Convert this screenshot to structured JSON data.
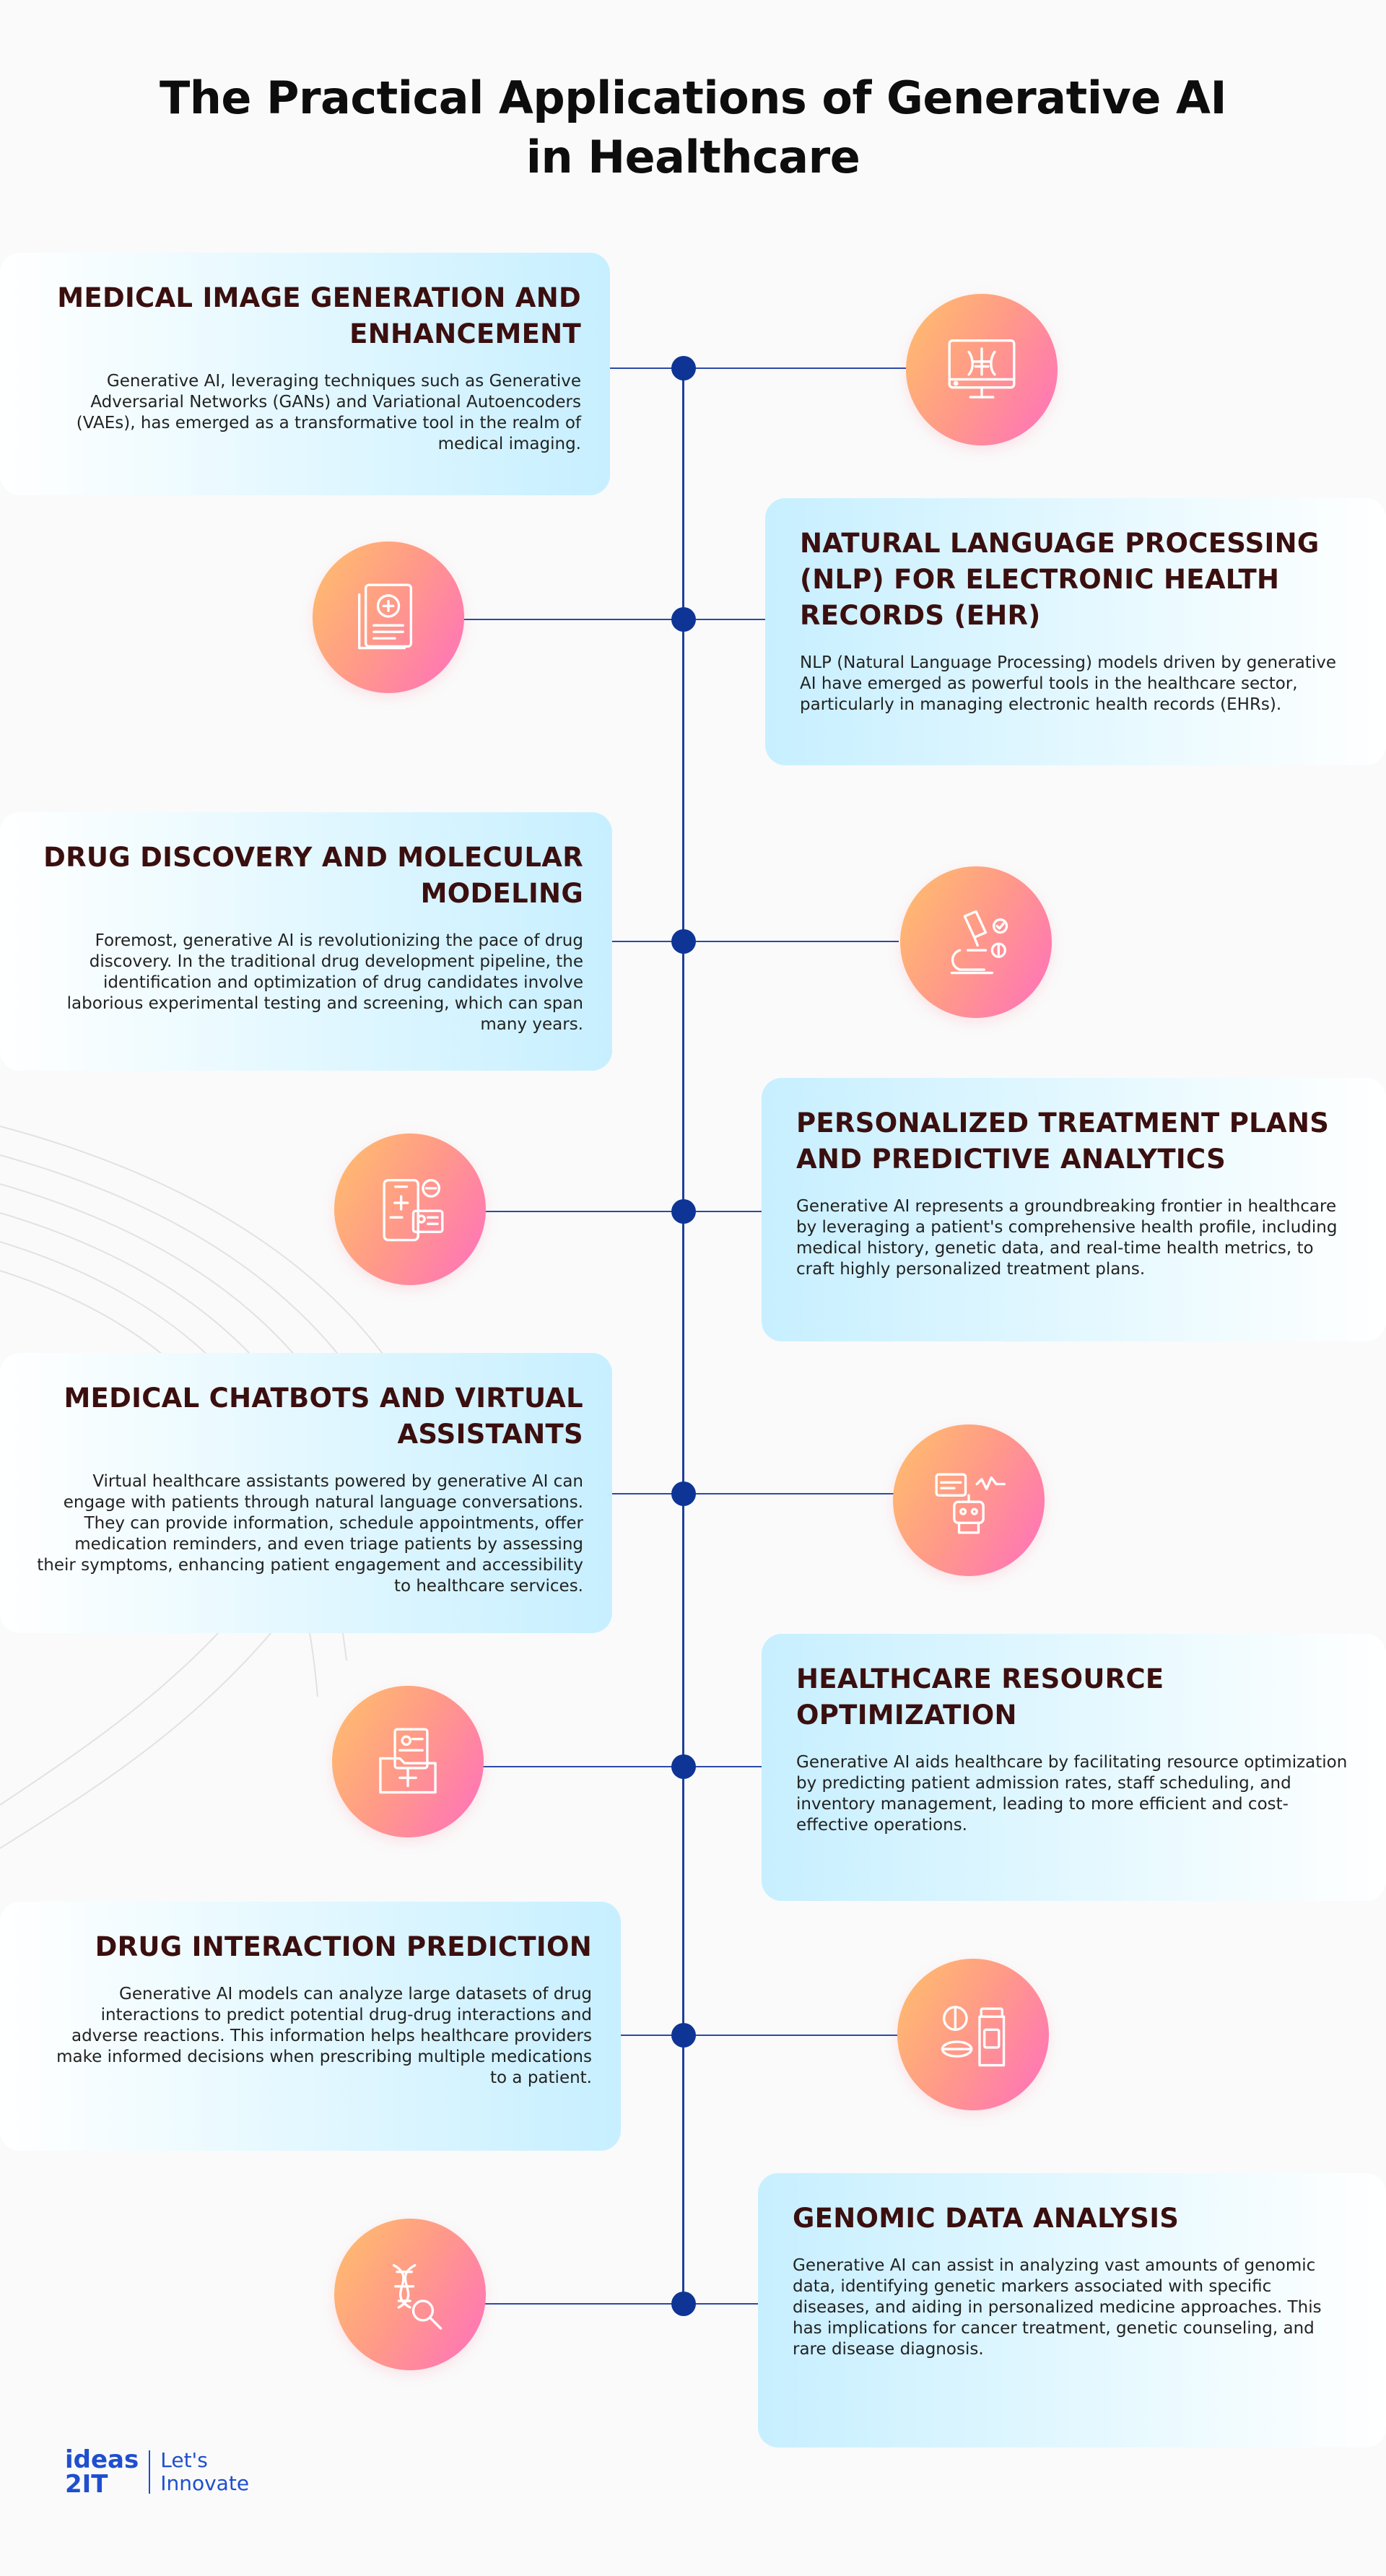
{
  "title": {
    "line1": "The Practical Applications of Generative AI",
    "line2": "in Healthcare"
  },
  "colors": {
    "spine": "#1f3f99",
    "dot": "#0e3595",
    "heading": "#3b0f0f",
    "card_tint": "#c7efff",
    "icon_gradient": [
      "#ffc06a",
      "#ff9a88",
      "#ff6fbf"
    ],
    "logo": "#1f4fcf"
  },
  "items": [
    {
      "title": "MEDICAL IMAGE GENERATION AND ENHANCEMENT",
      "text": "Generative AI, leveraging techniques such as Generative Adversarial Networks (GANs) and Variational Autoencoders (VAEs), has emerged as a transformative tool in the realm of medical imaging.",
      "icon": "xray-monitor-icon"
    },
    {
      "title": "NATURAL LANGUAGE PROCESSING (NLP) FOR ELECTRONIC HEALTH RECORDS (EHR)",
      "text": "NLP (Natural Language Processing) models driven by generative AI have emerged as powerful tools in the healthcare sector, particularly in managing electronic health records (EHRs).",
      "icon": "health-record-icon"
    },
    {
      "title": "DRUG DISCOVERY AND MOLECULAR MODELING",
      "text": "Foremost, generative AI is revolutionizing the pace of drug discovery. In the traditional drug development pipeline, the identification and optimization of drug candidates involve laborious experimental testing and screening, which can span many years.",
      "icon": "microscope-icon"
    },
    {
      "title": "PERSONALIZED TREATMENT PLANS AND PREDICTIVE ANALYTICS",
      "text": "Generative AI represents a groundbreaking frontier in healthcare by leveraging a patient's comprehensive health profile, including medical history, genetic data, and real-time health metrics, to craft highly personalized treatment plans.",
      "icon": "mobile-health-icon"
    },
    {
      "title": "MEDICAL CHATBOTS AND VIRTUAL ASSISTANTS",
      "text": "Virtual healthcare assistants powered by generative AI can engage with patients through natural language conversations. They can provide information, schedule appointments, offer medication reminders, and even triage patients by assessing their symptoms, enhancing patient engagement and accessibility to healthcare services.",
      "icon": "robot-chat-icon"
    },
    {
      "title": "HEALTHCARE RESOURCE OPTIMIZATION",
      "text": "Generative AI aids healthcare by facilitating resource optimization by predicting patient admission rates, staff scheduling, and inventory management, leading to more efficient and cost-effective operations.",
      "icon": "medical-folder-icon"
    },
    {
      "title": "DRUG INTERACTION PREDICTION",
      "text": "Generative AI models can analyze large datasets of drug interactions to predict potential drug-drug interactions and adverse reactions. This information helps healthcare providers make informed decisions when prescribing multiple medications to a patient.",
      "icon": "pills-bottle-icon"
    },
    {
      "title": "GENOMIC DATA ANALYSIS",
      "text": "Generative AI can assist in analyzing vast amounts of genomic data, identifying genetic markers associated with specific diseases, and aiding in personalized medicine approaches. This has implications for cancer treatment, genetic counseling, and rare disease diagnosis.",
      "icon": "dna-search-icon"
    }
  ],
  "logo": {
    "mark_line1": "ideas",
    "mark_line2": "2IT",
    "tag_line1": "Let's",
    "tag_line2": "Innovate"
  }
}
